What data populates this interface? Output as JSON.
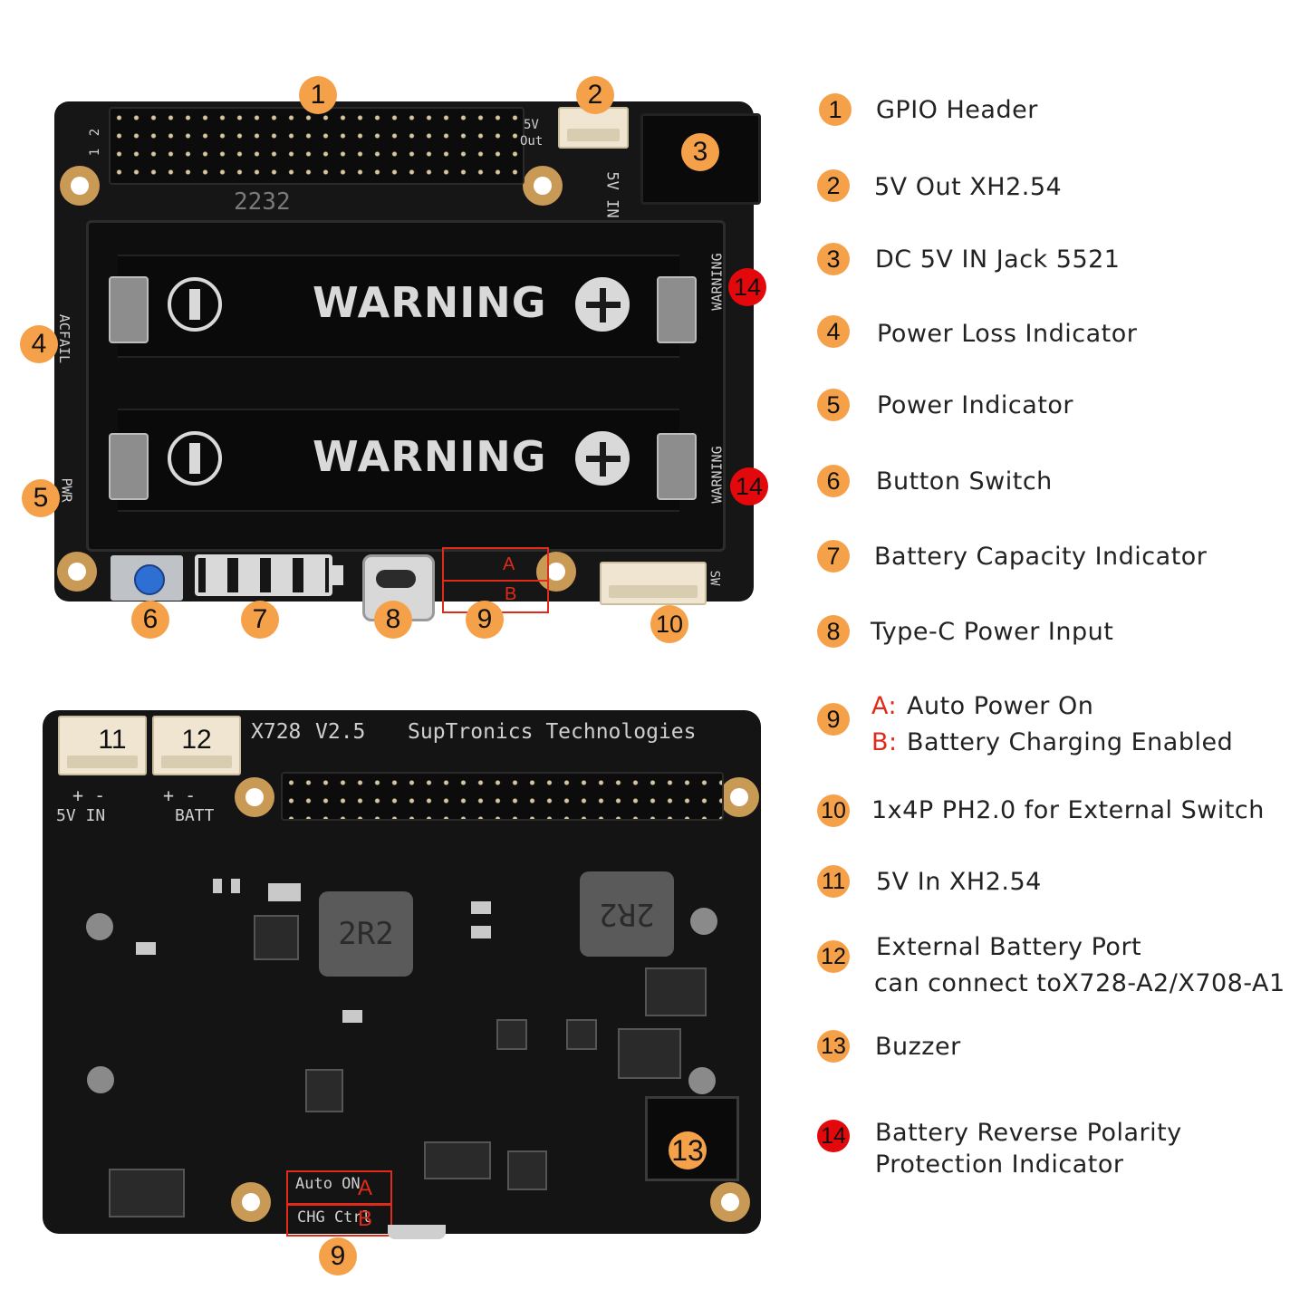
{
  "top_board": {
    "silkscreen": {
      "pin_label_1": "1",
      "pin_label_2": "2",
      "out_5v": "5V",
      "out_label": "Out",
      "in_5v": "5V IN",
      "date_code": "2232",
      "warning_top_right": "WARNING",
      "warning_bottom_right": "WARNING",
      "acfail": "ACFAIL",
      "pwr": "PWR",
      "sw": "SW",
      "plus": "+",
      "minus": "-"
    },
    "battery_text_1": "WARNING",
    "battery_text_2": "WARNING",
    "jumper_a": "A",
    "jumper_b": "B"
  },
  "bottom_board": {
    "silkscreen": {
      "model": "X728",
      "version": "V2.5",
      "maker": "SupTronics Technologies",
      "in_5v": "5V IN",
      "batt": "BATT",
      "plus_minus": "+ -",
      "inductor_1": "2R2",
      "inductor_2": "2R2",
      "auto_on": "Auto ON",
      "chg_ctrl": "CHG Ctrl"
    },
    "jumper_a": "A",
    "jumper_b": "B"
  },
  "callouts": {
    "c1": "1",
    "c2": "2",
    "c3": "3",
    "c4": "4",
    "c5": "5",
    "c6": "6",
    "c7": "7",
    "c8": "8",
    "c9": "9",
    "c10": "10",
    "c11": "11",
    "c12": "12",
    "c13": "13",
    "c14": "14"
  },
  "legend": [
    {
      "num": "1",
      "text": "GPIO Header"
    },
    {
      "num": "2",
      "text": "5V Out XH2.54"
    },
    {
      "num": "3",
      "text": "DC 5V IN Jack 5521"
    },
    {
      "num": "4",
      "text": "Power Loss Indicator"
    },
    {
      "num": "5",
      "text": "Power Indicator"
    },
    {
      "num": "6",
      "text": "Button Switch"
    },
    {
      "num": "7",
      "text": "Battery Capacity Indicator"
    },
    {
      "num": "8",
      "text": "Type-C Power Input"
    },
    {
      "num": "9",
      "a_label": "A:",
      "a_text": "Auto Power On",
      "b_label": "B:",
      "b_text": "Battery Charging Enabled"
    },
    {
      "num": "10",
      "text": "1x4P PH2.0 for External Switch"
    },
    {
      "num": "11",
      "text": "5V In XH2.54"
    },
    {
      "num": "12",
      "text": "External Battery Port",
      "text2": "can connect toX728-A2/X708-A1"
    },
    {
      "num": "13",
      "text": "Buzzer"
    },
    {
      "num": "14",
      "text": "Battery Reverse Polarity",
      "text2": "Protection Indicator"
    }
  ],
  "colors": {
    "callout": "#f5a14a",
    "callout_red": "#e2080b",
    "board": "#161616",
    "highlight_box": "#e02a1a"
  }
}
